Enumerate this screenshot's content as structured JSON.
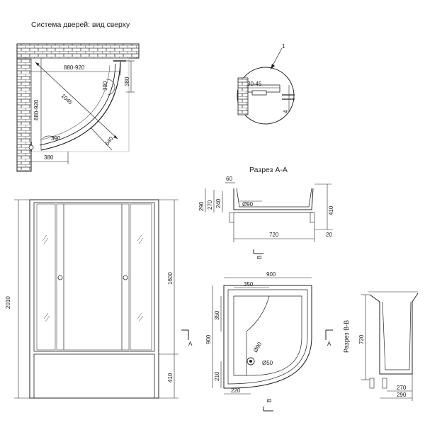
{
  "titles": {
    "top_view": "Система дверей: вид сверху",
    "section_aa": "Разрез А-А",
    "section_bb": "Разрез В-В",
    "marker_a": "A",
    "marker_b": "B",
    "callout": "1"
  },
  "top_view": {
    "width": "880-920",
    "depth": "880-920",
    "diagonal": "1045",
    "door_390_a": "390",
    "door_390_b": "390",
    "door_380_right": "380",
    "door_380_bottom": "380",
    "arc": "640"
  },
  "detail": {
    "gap": "30-45",
    "thickness": "4"
  },
  "section_aa": {
    "d60": "60",
    "h290": "290",
    "h270": "270",
    "h240": "240",
    "hole": "Ø90",
    "h410": "410",
    "w720": "720",
    "h20": "20"
  },
  "front": {
    "total_height": "2010",
    "cabin_height": "1600",
    "base_height": "410"
  },
  "tray": {
    "w900": "900",
    "w350": "350",
    "h350": "350",
    "h900": "900",
    "hole90": "Ø90",
    "hole50": "Ø50",
    "h210": "210",
    "w220": "220"
  },
  "section_bb": {
    "h720": "720",
    "w270": "270",
    "w290": "290"
  }
}
